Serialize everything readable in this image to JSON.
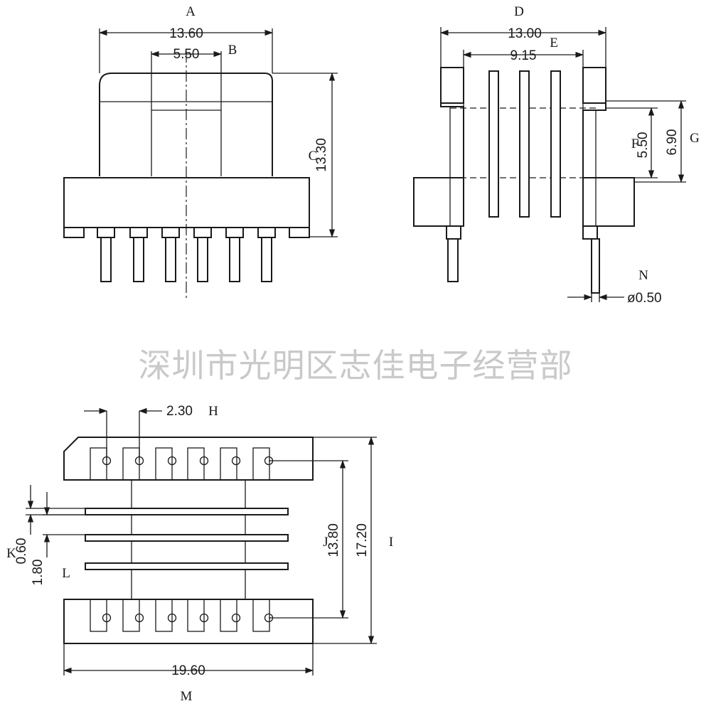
{
  "watermark": "深圳市光明区志佳电子经营部",
  "colors": {
    "line": "#1a1a1a",
    "watermark": "#c9c9c9",
    "background": "#ffffff"
  },
  "front_view": {
    "label_A": "A",
    "dim_A": "13.60",
    "label_B": "B",
    "dim_B": "5.50",
    "label_C": "C",
    "dim_C": "13.30"
  },
  "side_view": {
    "label_D": "D",
    "dim_D": "13.00",
    "label_E": "E",
    "dim_E": "9.15",
    "label_F": "F",
    "dim_F": "5.50",
    "label_G": "G",
    "dim_G": "6.90",
    "label_N": "N",
    "dim_N": "ø0.50"
  },
  "top_view": {
    "label_H": "H",
    "dim_H": "2.30",
    "label_I": "I",
    "dim_I": "17.20",
    "label_J": "J",
    "dim_J": "13.80",
    "label_K": "K",
    "dim_K": "0.60",
    "label_L": "L",
    "dim_L": "1.80",
    "label_M": "M",
    "dim_M": "19.60"
  }
}
